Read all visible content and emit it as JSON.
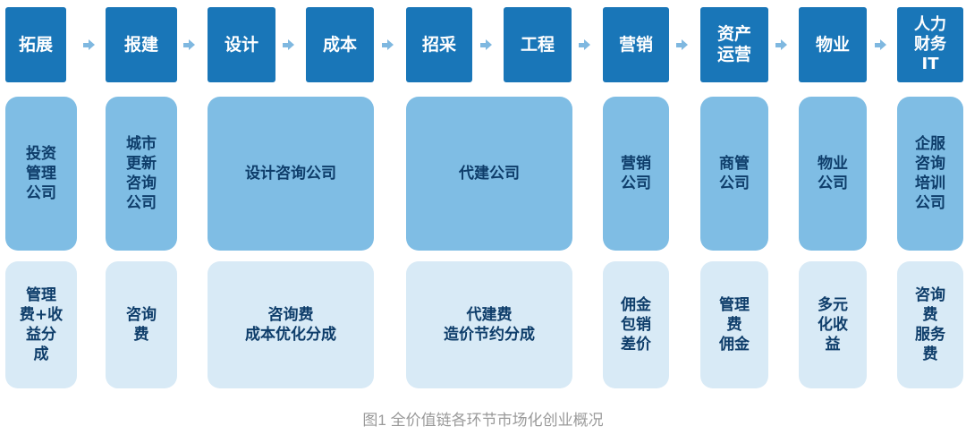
{
  "stages": [
    "拓展",
    "报建",
    "设计",
    "成本",
    "招采",
    "工程",
    "营销",
    "资产\n运营",
    "物业",
    "人力\n财务\nIT"
  ],
  "companies": [
    "投资\n管理\n公司",
    "城市\n更新\n咨询\n公司",
    "设计咨询公司",
    "代建公司",
    "营销\n公司",
    "商管\n公司",
    "物业\n公司",
    "企服\n咨询\n培训\n公司"
  ],
  "revenues": [
    "管理\n费+收\n益分\n成",
    "咨询\n费",
    "咨询费\n成本优化分成",
    "代建费\n造价节约分成",
    "佣金\n包销\n差价",
    "管理\n费\n佣金",
    "多元\n化收\n益",
    "咨询\n费\n服务\n费"
  ],
  "caption": "图1 全价值链各环节市场化创业概况",
  "colors": {
    "stage": "#1976b8",
    "company": "#7fbde4",
    "revenue": "#d8eaf6",
    "arrow": "#7fb8e0"
  }
}
